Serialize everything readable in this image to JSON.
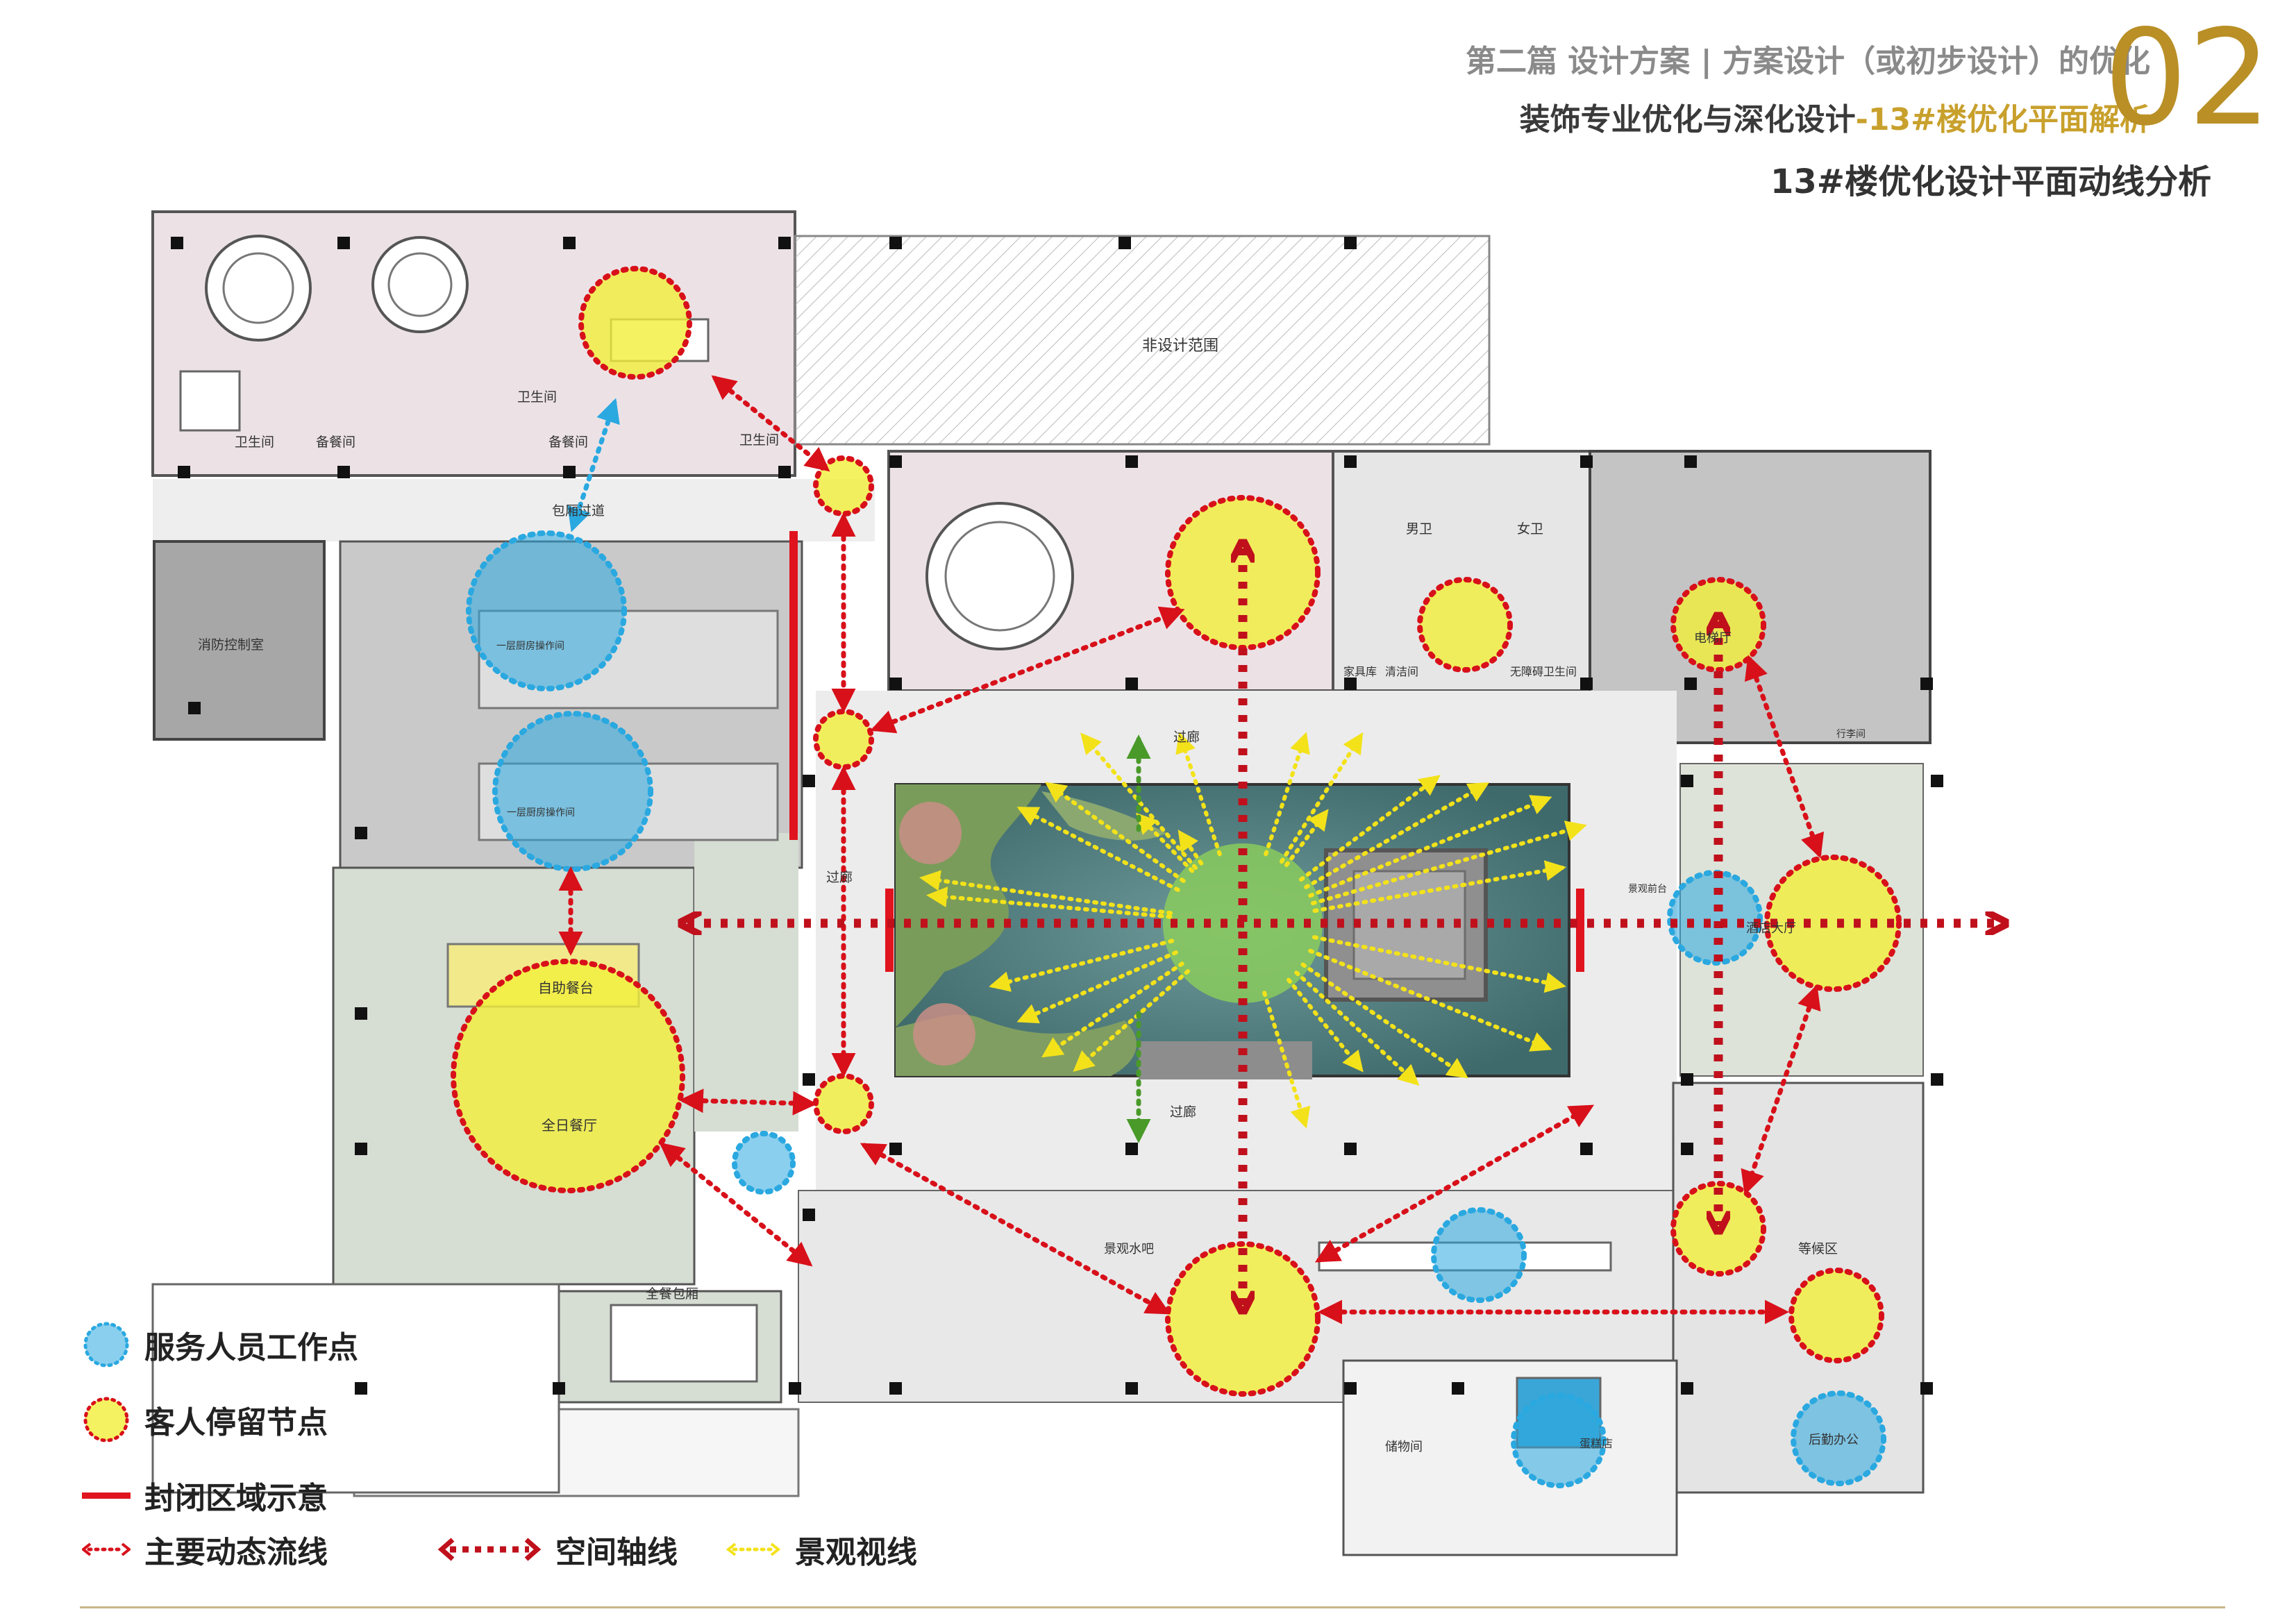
{
  "header": {
    "line1": "第二篇 设计方案 | 方案设计（或初步设计）的优化",
    "line2_prefix": "装饰专业优化与深化设计",
    "line2_suffix": "-13#楼优化平面解析",
    "subtitle": "13#楼优化设计平面动线分析",
    "page_number": "02"
  },
  "rooms": {
    "non_design": "非设计范围",
    "toilet1": "卫生间",
    "pantry1": "备餐间",
    "toilet2": "卫生间",
    "pantry2": "备餐间",
    "toilet3": "卫生间",
    "corridor_private": "包厢过道",
    "fire_control": "消防控制室",
    "kitchen_a": "一层厨房操作间",
    "kitchen_b": "一层厨房操作间",
    "male": "男卫",
    "female": "女卫",
    "storage": "家具库",
    "cleaning": "清洁间",
    "accessible": "无障碍卫生间",
    "corridor_top": "过廊",
    "corridor_left": "过廊",
    "corridor_bottom": "过廊",
    "elevator": "电梯厅",
    "lobby": "酒店大厅",
    "landscape_front": "景观前台",
    "luggage": "行李间",
    "buffet": "自助餐台",
    "allday": "全日餐厅",
    "private_full": "全餐包厢",
    "water_bar": "景观水吧",
    "waiting": "等候区",
    "store_room": "储物间",
    "cake": "蛋糕店",
    "back_office": "后勤办公"
  },
  "legend": {
    "staff_point": "服务人员工作点",
    "guest_point": "客人停留节点",
    "closed_area": "封闭区域示意",
    "main_flow": "主要动态流线",
    "space_axis": "空间轴线",
    "landscape_view": "景观视线"
  },
  "colors": {
    "gold": "#c8a02c",
    "staff_blue": "#2aa8e0",
    "guest_yellow": "#f2ef3a",
    "closed_red": "#e0141e",
    "flow_red": "#d8101a",
    "axis_red": "#c0101c",
    "view_yellow": "#f3e21a",
    "view_green": "#4a9a2a"
  }
}
